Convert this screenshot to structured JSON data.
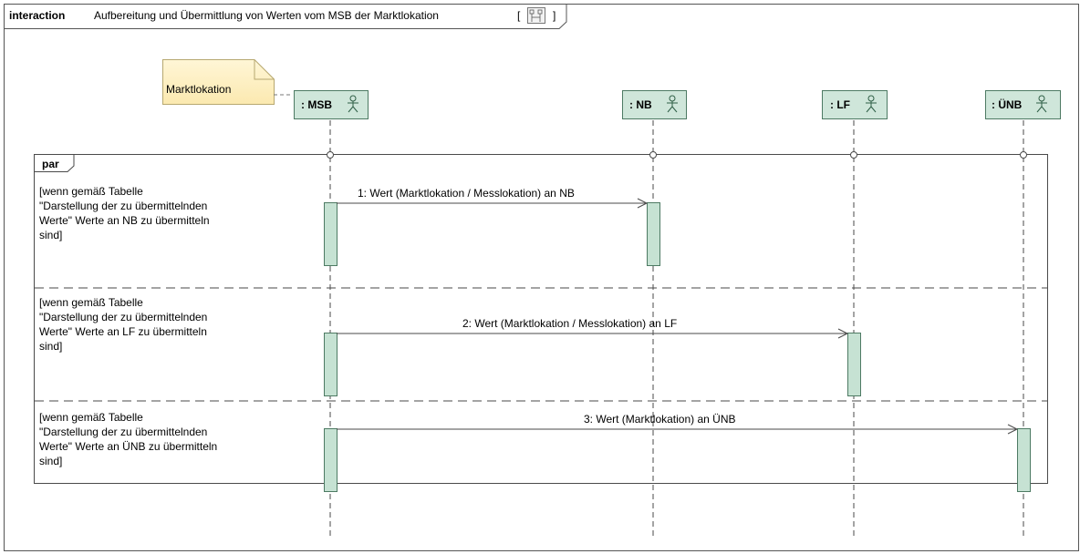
{
  "frame": {
    "keyword": "interaction",
    "title": "Aufbereitung und Übermittlung von Werten vom MSB der Marktlokation",
    "bracket_open": "[",
    "bracket_close": "]",
    "icon": "diagram-icon"
  },
  "note": {
    "text": "Marktlokation"
  },
  "lifelines": [
    {
      "id": "msb",
      "label": ": MSB",
      "icon": "actor-icon"
    },
    {
      "id": "nb",
      "label": ": NB",
      "icon": "actor-icon"
    },
    {
      "id": "lf",
      "label": ": LF",
      "icon": "actor-icon"
    },
    {
      "id": "uenb",
      "label": ": ÜNB",
      "icon": "actor-icon"
    }
  ],
  "fragment": {
    "operator": "par",
    "operands": [
      {
        "guard": [
          "[wenn gemäß Tabelle",
          "\"Darstellung der zu übermittelnden",
          "Werte\" Werte an NB zu  übermitteln",
          "sind]"
        ]
      },
      {
        "guard": [
          "[wenn gemäß Tabelle",
          "\"Darstellung der zu übermittelnden",
          "Werte\" Werte an LF zu  übermitteln",
          "sind]"
        ]
      },
      {
        "guard": [
          "[wenn gemäß Tabelle",
          "\"Darstellung der zu übermittelnden",
          "Werte\" Werte an ÜNB zu  übermitteln",
          "sind]"
        ]
      }
    ]
  },
  "messages": [
    {
      "label": "1: Wert (Marktlokation / Messlokation) an NB",
      "from": "msb",
      "to": "nb"
    },
    {
      "label": "2: Wert (Marktlokation / Messlokation) an LF",
      "from": "msb",
      "to": "lf"
    },
    {
      "label": "3: Wert (Marktlokation) an ÜNB",
      "from": "msb",
      "to": "uenb"
    }
  ],
  "colors": {
    "lifeline_fill": "#cfe6da",
    "lifeline_border": "#4d7a63",
    "activation_fill": "#c6e2d3",
    "note_fill": "#fdf0c4",
    "note_border": "#b7a870",
    "line": "#4a4a4a"
  }
}
